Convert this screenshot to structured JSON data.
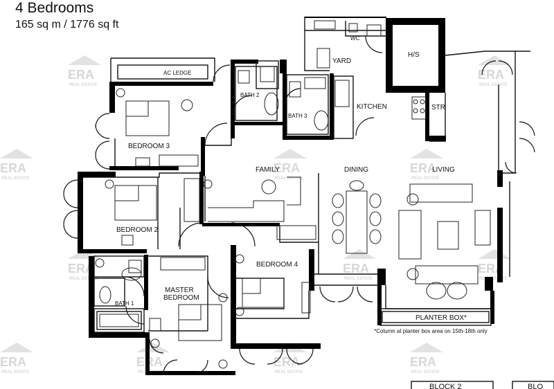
{
  "header": {
    "title": "4 Bedrooms",
    "area": "165 sq m / 1776 sq ft"
  },
  "rooms": {
    "ac_ledge": "AC LEDGE",
    "bath2": "BATH 2",
    "bath3": "BATH 3",
    "wc": "WC",
    "yard": "YARD",
    "hs": "H/S",
    "kitchen": "KITCHEN",
    "str": "STR",
    "bedroom3": "BEDROOM 3",
    "family": "FAMILY",
    "dining": "DINING",
    "living": "LIVING",
    "bedroom2": "BEDROOM 2",
    "bedroom4": "BEDROOM 4",
    "master_line1": "MASTER",
    "master_line2": "BEDROOM",
    "bath1": "BATH 1",
    "planter_box": "PLANTER BOX*"
  },
  "footnote": "*Column at planter box area on 15th-18th only",
  "block_tabs": [
    "BLOCK 2",
    "BLO"
  ],
  "watermark": {
    "brand": "ERA",
    "sub": "REAL ESTATE",
    "color": "#d7d7d7"
  }
}
